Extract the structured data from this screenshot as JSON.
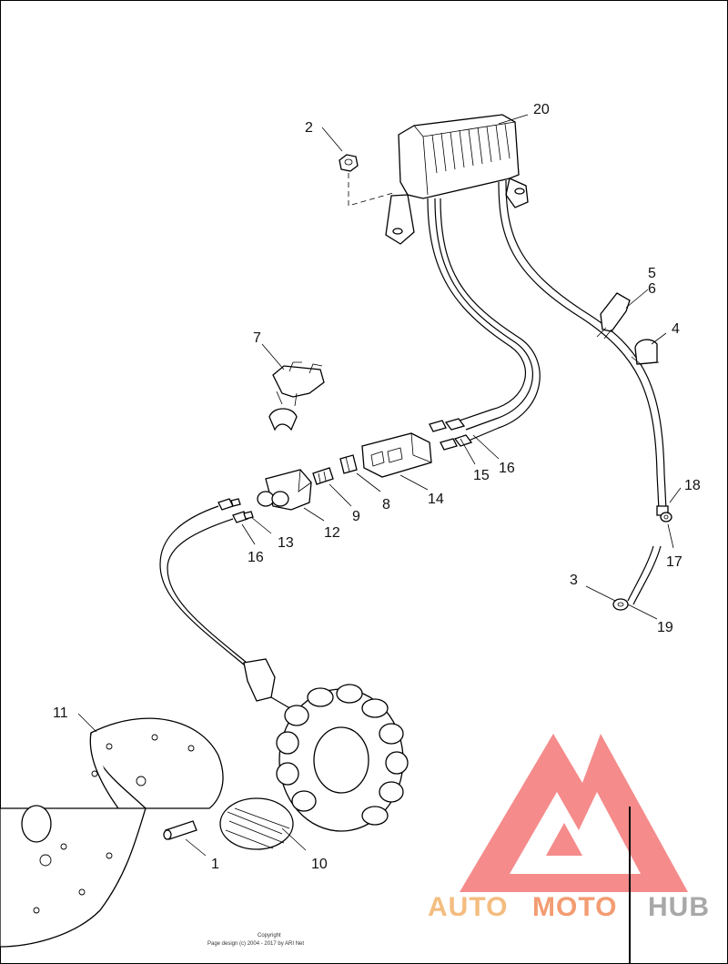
{
  "callouts": [
    {
      "id": "1",
      "label": "1"
    },
    {
      "id": "2",
      "label": "2"
    },
    {
      "id": "3",
      "label": "3"
    },
    {
      "id": "4",
      "label": "4"
    },
    {
      "id": "5",
      "label": "5"
    },
    {
      "id": "6",
      "label": "6"
    },
    {
      "id": "7",
      "label": "7"
    },
    {
      "id": "8",
      "label": "8"
    },
    {
      "id": "9",
      "label": "9"
    },
    {
      "id": "10",
      "label": "10"
    },
    {
      "id": "11",
      "label": "11"
    },
    {
      "id": "12",
      "label": "12"
    },
    {
      "id": "13",
      "label": "13"
    },
    {
      "id": "14",
      "label": "14"
    },
    {
      "id": "15",
      "label": "15"
    },
    {
      "id": "16a",
      "label": "16"
    },
    {
      "id": "16b",
      "label": "16"
    },
    {
      "id": "17",
      "label": "17"
    },
    {
      "id": "18",
      "label": "18"
    },
    {
      "id": "19",
      "label": "19"
    },
    {
      "id": "20",
      "label": "20"
    }
  ],
  "watermark": {
    "part1": "AUTO",
    "part2": "MOTO",
    "part3": "HUB",
    "color_light": "#f3b26a",
    "color_mid": "#f28b5a",
    "color_dark": "#9a9a9a",
    "triangle_color": "#f04a4a"
  },
  "copyright": {
    "line1": "Copyright",
    "line2": "Page design (c) 2004 - 2017 by ARI Net"
  }
}
